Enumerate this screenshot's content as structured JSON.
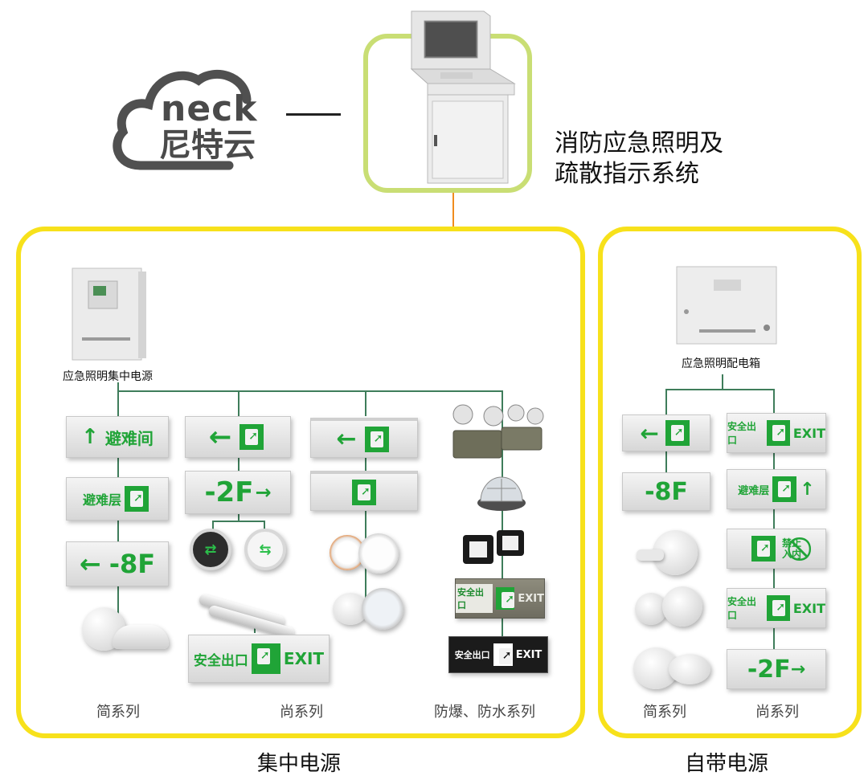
{
  "brand": {
    "logo_latin": "neck",
    "logo_cn": "尼特云"
  },
  "system_title": {
    "line1": "消防应急照明及",
    "line2": "疏散指示系统"
  },
  "left_group": {
    "device_label": "应急照明集中电源",
    "series": [
      "简系列",
      "尚系列",
      "防爆、防水系列"
    ],
    "caption": "集中电源"
  },
  "right_group": {
    "device_label": "应急照明配电箱",
    "series": [
      "简系列",
      "尚系列"
    ],
    "caption": "自带电源"
  },
  "signs": {
    "refuge_room": "避难间",
    "refuge_floor": "避难层",
    "floor_b8_left": "-8F",
    "floor_b2": "-2F",
    "floor_b8_right": "-8F",
    "safe_exit": "安全出口",
    "exit": "EXIT",
    "no_entry_1": "禁止",
    "no_entry_2": "入内",
    "floor_b2_right": "-2F"
  },
  "colors": {
    "yellow_frame": "#f7e11b",
    "cabinet_frame": "#c9de74",
    "connector_line": "#3f7d5b",
    "orange_link": "#f08c1e",
    "sign_green": "#20a437"
  }
}
